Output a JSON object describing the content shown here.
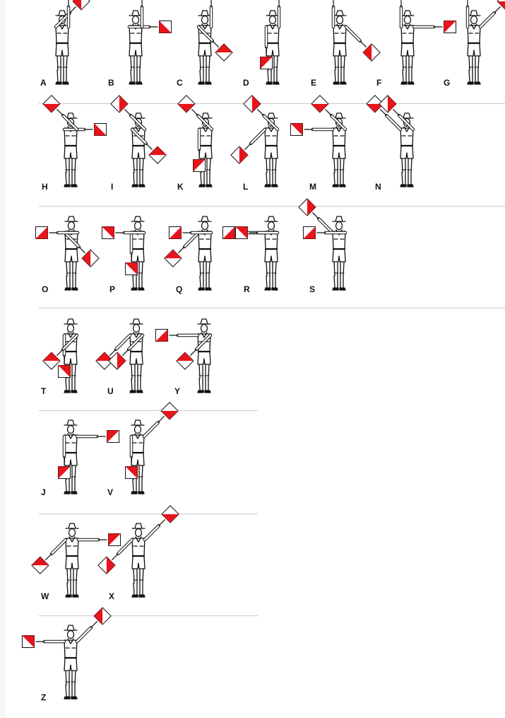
{
  "colors": {
    "flag_red": "#e8141c",
    "flag_white": "#ffffff",
    "ink": "#111111",
    "divider": "#c9c9c9"
  },
  "letters": [
    "A",
    "B",
    "C",
    "D",
    "E",
    "F",
    "G",
    "H",
    "I",
    "K",
    "L",
    "M",
    "N",
    "O",
    "P",
    "Q",
    "R",
    "S",
    "T",
    "U",
    "Y",
    "J",
    "V",
    "W",
    "X",
    "Z"
  ]
}
